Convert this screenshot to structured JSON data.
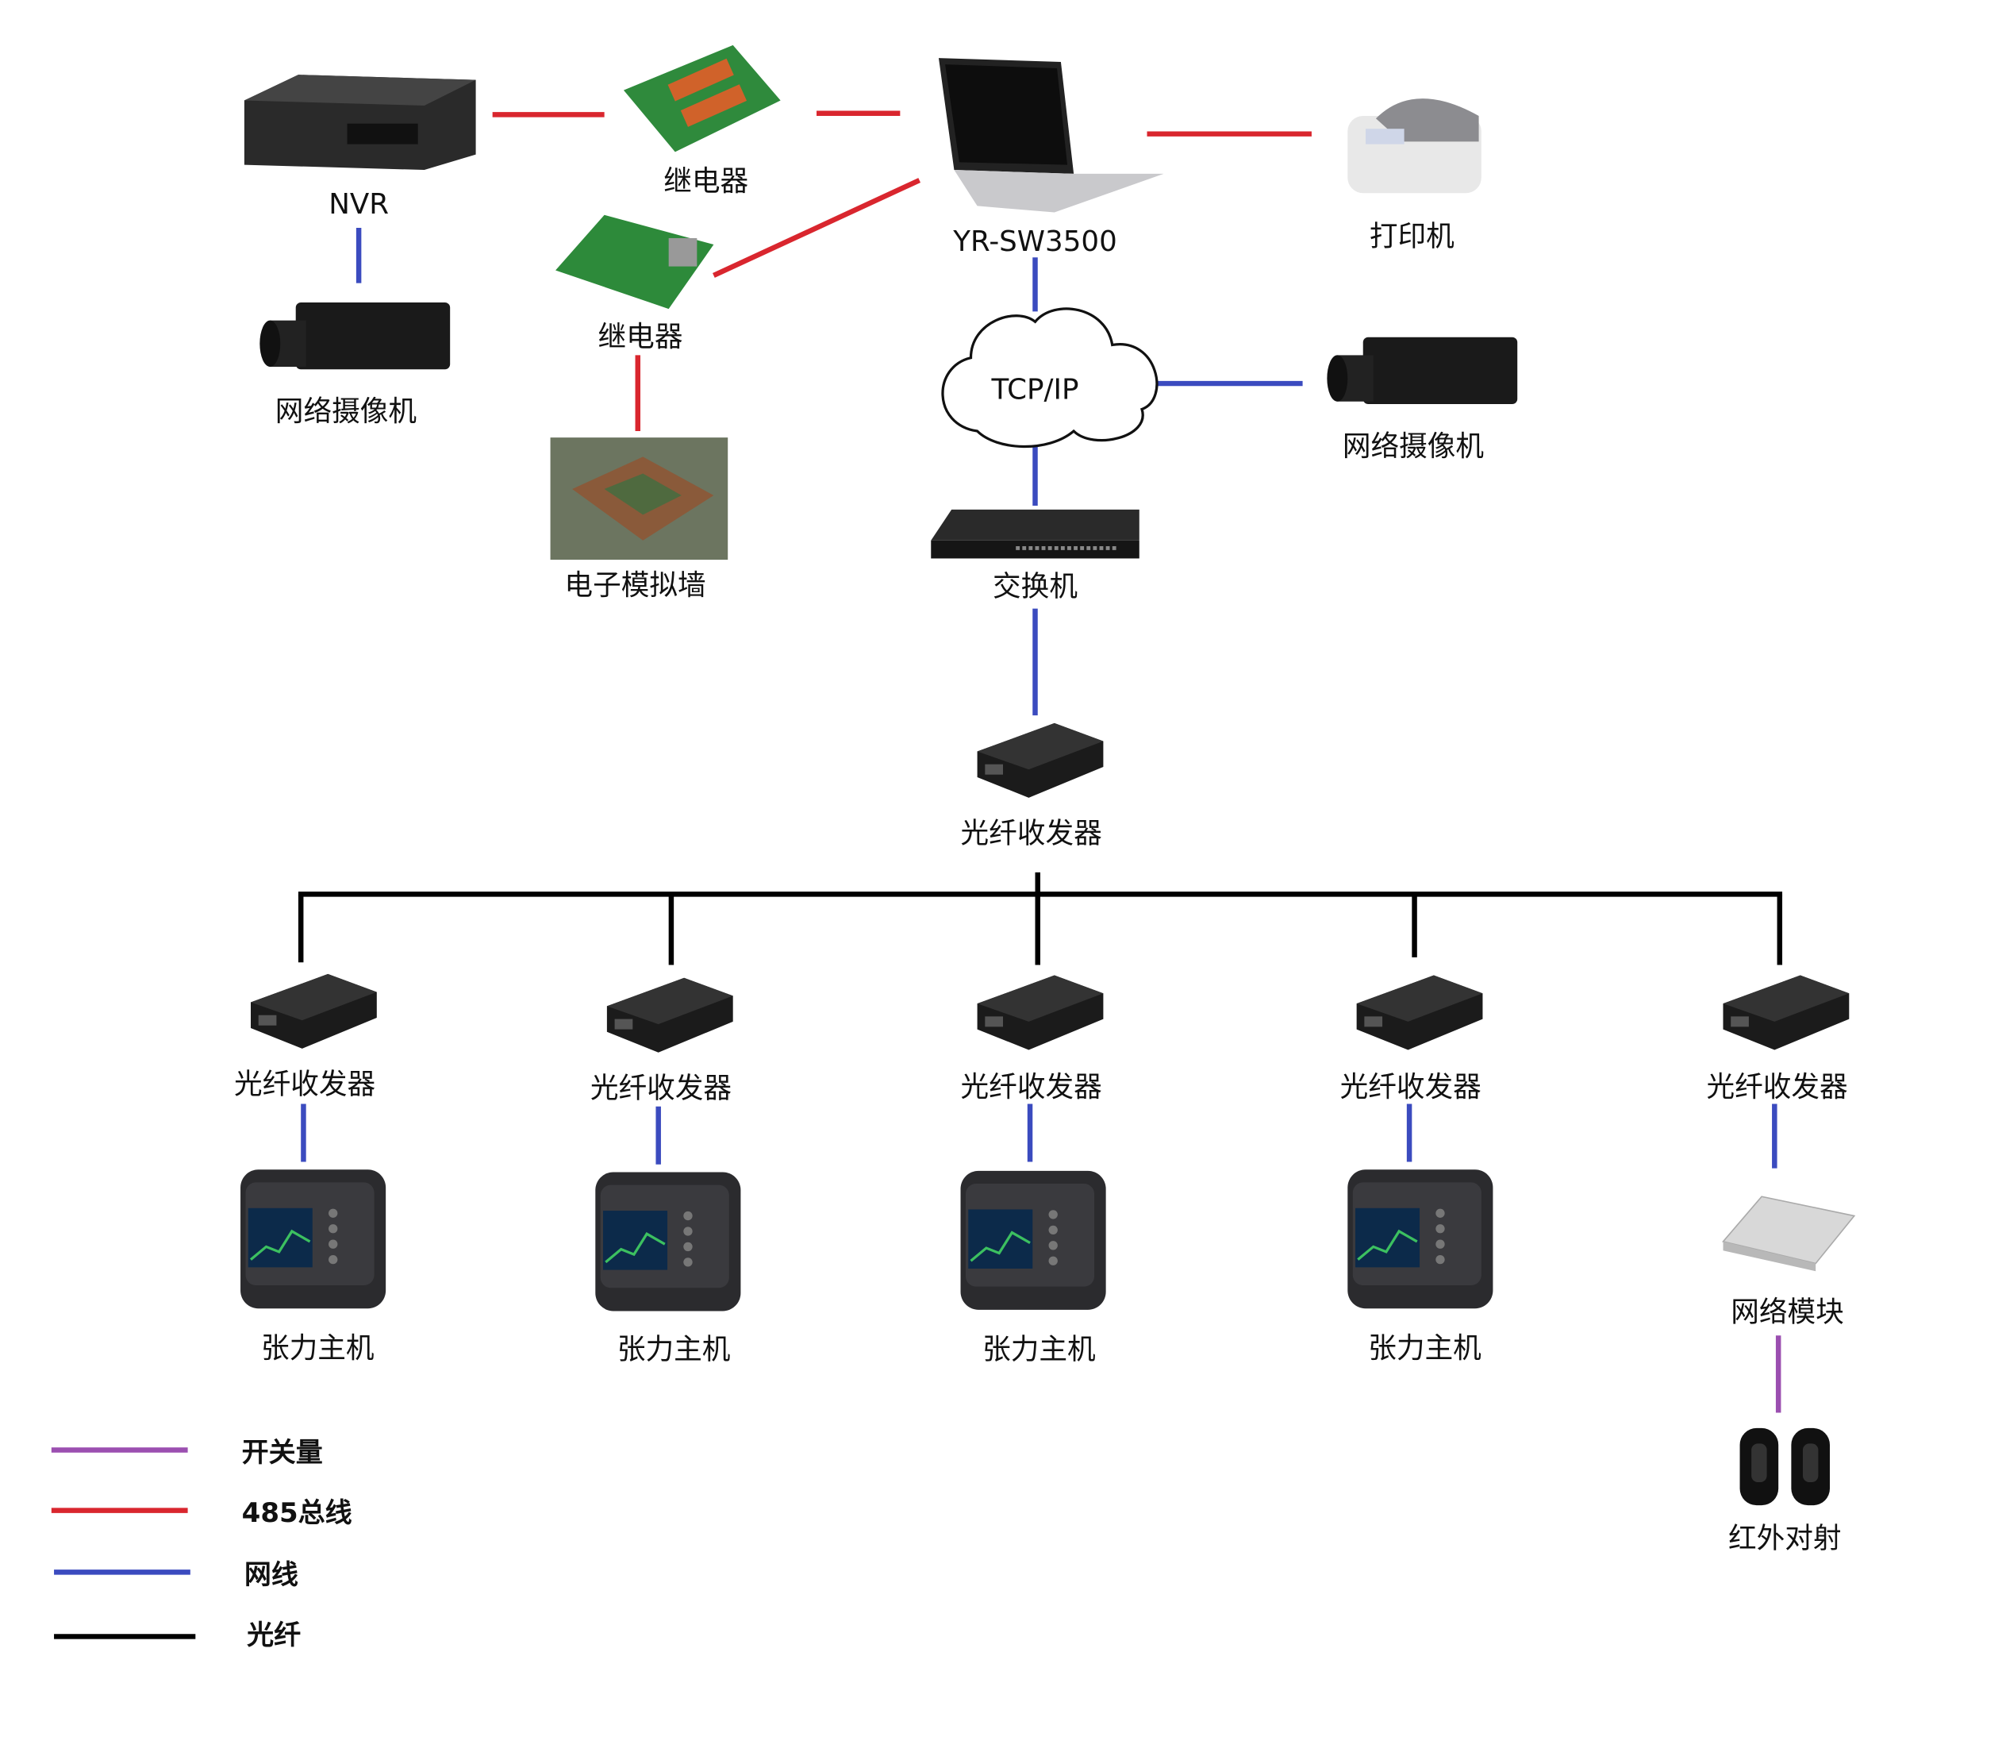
{
  "nodes": {
    "nvr": "NVR",
    "relay_top": "继电器",
    "computer": "YR-SW3500",
    "printer": "打印机",
    "camera_left": "网络摄像机",
    "relay_mid": "继电器",
    "simulation_wall": "电子模拟墙",
    "network": "TCP/IP",
    "camera_right": "网络摄像机",
    "switch": "交换机",
    "transceiver_main": "光纤收发器",
    "branches": [
      {
        "transceiver": "光纤收发器",
        "device": "张力主机"
      },
      {
        "transceiver": "光纤收发器",
        "device": "张力主机"
      },
      {
        "transceiver": "光纤收发器",
        "device": "张力主机"
      },
      {
        "transceiver": "光纤收发器",
        "device": "张力主机"
      },
      {
        "transceiver": "光纤收发器",
        "device": "网络模块",
        "sub_device": "红外对射"
      }
    ]
  },
  "legend": [
    {
      "label": "开关量",
      "color": "#9b4fb0"
    },
    {
      "label": "485总线",
      "color": "#d9262e"
    },
    {
      "label": "网线",
      "color": "#3b4bbf"
    },
    {
      "label": "光纤",
      "color": "#000000"
    }
  ]
}
